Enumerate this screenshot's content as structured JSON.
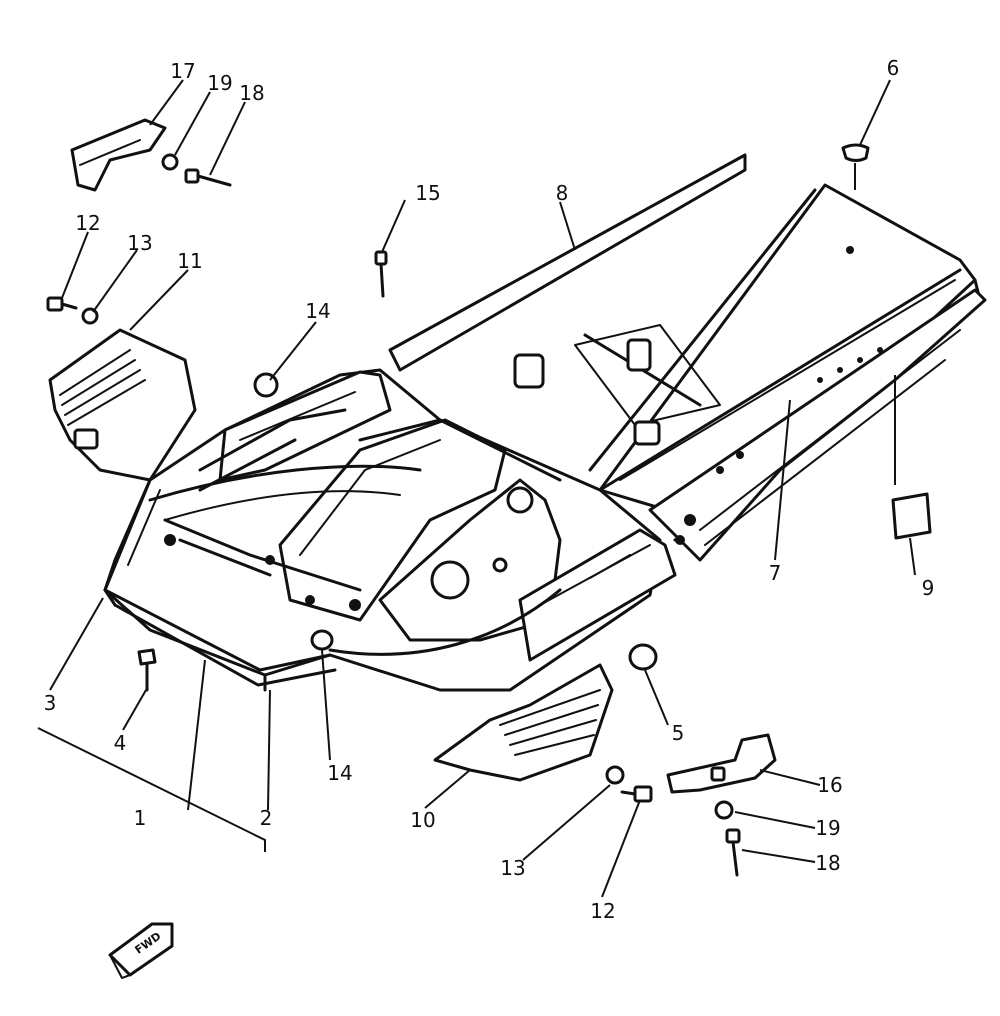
{
  "callouts": [
    {
      "id": "c17a",
      "label": "17"
    },
    {
      "id": "c19a",
      "label": "19"
    },
    {
      "id": "c18a",
      "label": "18"
    },
    {
      "id": "c12a",
      "label": "12"
    },
    {
      "id": "c13a",
      "label": "13"
    },
    {
      "id": "c11",
      "label": "11"
    },
    {
      "id": "c15",
      "label": "15"
    },
    {
      "id": "c8",
      "label": "8"
    },
    {
      "id": "c6",
      "label": "6"
    },
    {
      "id": "c14a",
      "label": "14"
    },
    {
      "id": "c7",
      "label": "7"
    },
    {
      "id": "c9",
      "label": "9"
    },
    {
      "id": "c3",
      "label": "3"
    },
    {
      "id": "c4",
      "label": "4"
    },
    {
      "id": "c14b",
      "label": "14"
    },
    {
      "id": "c5",
      "label": "5"
    },
    {
      "id": "c1",
      "label": "1"
    },
    {
      "id": "c2",
      "label": "2"
    },
    {
      "id": "c10",
      "label": "10"
    },
    {
      "id": "c16",
      "label": "16"
    },
    {
      "id": "c19b",
      "label": "19"
    },
    {
      "id": "c13b",
      "label": "13"
    },
    {
      "id": "c18b",
      "label": "18"
    },
    {
      "id": "c12b",
      "label": "12"
    }
  ],
  "forward_badge": "FWD"
}
